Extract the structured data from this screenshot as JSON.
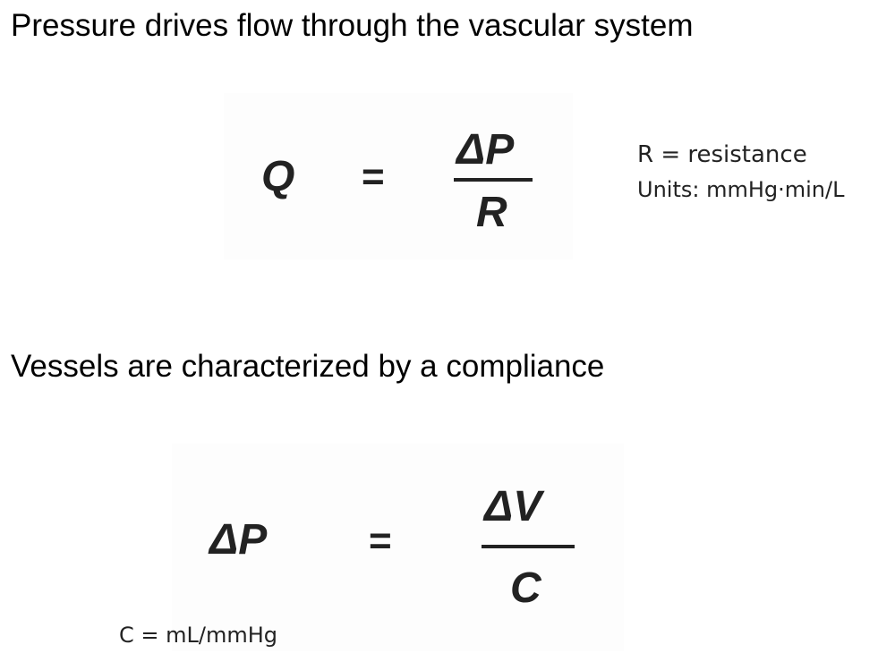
{
  "slide": {
    "heading_1": "Pressure drives flow through the vascular system",
    "heading_2": "Vessels are characterized by a compliance"
  },
  "equation_1": {
    "lhs": "Q",
    "sign": "=",
    "numerator": "ΔP",
    "denominator": "R"
  },
  "equation_2": {
    "lhs": "ΔP",
    "sign": "=",
    "numerator": "ΔV",
    "denominator": "C"
  },
  "notes": {
    "resistance_definition": "R = resistance",
    "resistance_units": "Units: mmHg·min/L",
    "compliance_units": "C = mL/mmHg"
  }
}
